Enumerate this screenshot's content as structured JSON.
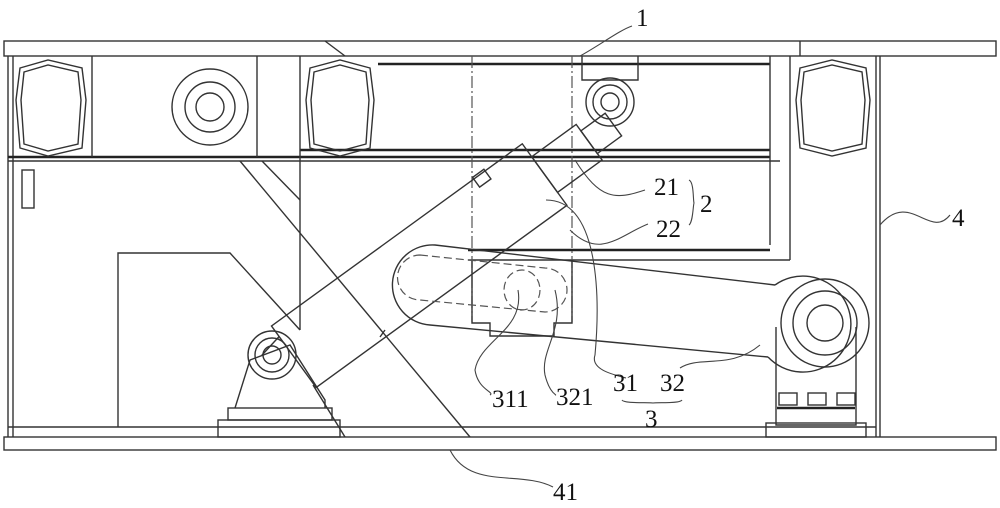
{
  "labels": {
    "top_plate": "1",
    "frame": "4",
    "bottom_plate": "41",
    "cylinder_group": "2",
    "cylinder_body": "21",
    "piston_rod": "22",
    "arm_group": "3",
    "arm_first": "31",
    "arm_second": "32",
    "slot": "311",
    "pin": "321"
  }
}
